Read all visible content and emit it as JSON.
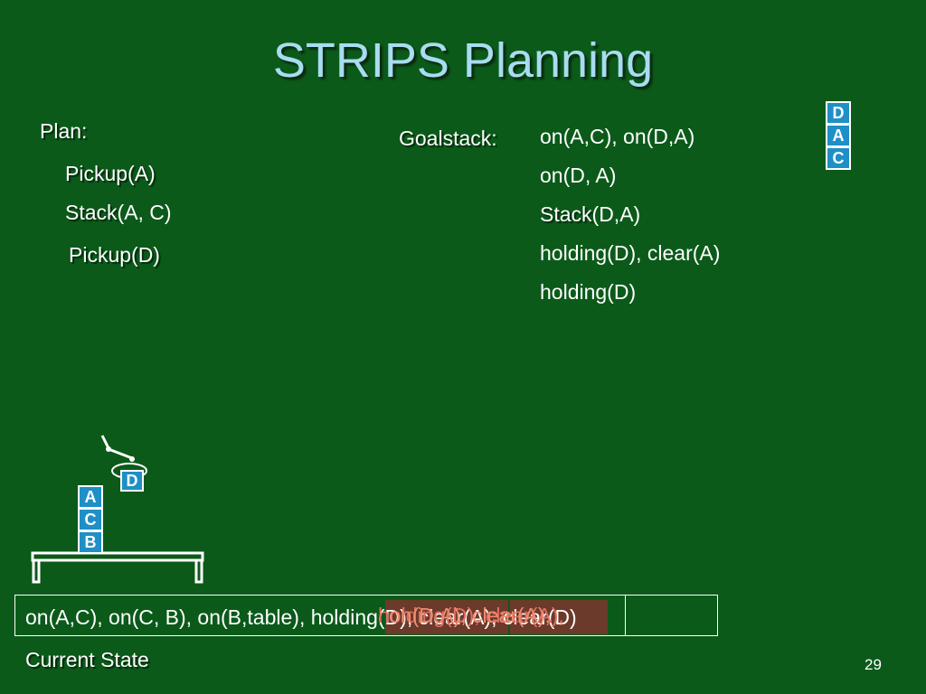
{
  "title": "STRIPS Planning",
  "plan": {
    "label": "Plan:",
    "steps": [
      {
        "op": "Pickup(A)",
        "args": ""
      },
      {
        "op": "Stack",
        "args": "(A, C)"
      },
      {
        "op": "Pickup(D)",
        "args": ""
      }
    ]
  },
  "goalstack": {
    "label": "Goalstack:",
    "items": [
      {
        "op": "",
        "text": "on(A,C), on(D,A)"
      },
      {
        "op": "",
        "text": "on(D, A)"
      },
      {
        "op": "Stack",
        "text": "(D,A)"
      },
      {
        "op": "",
        "text": "holding(D), clear(A)"
      },
      {
        "op": "",
        "text": "holding(D)"
      }
    ]
  },
  "goal_blocks": [
    "D",
    "A",
    "C"
  ],
  "world": {
    "held_block": "D",
    "stack_blocks": [
      "A",
      "C",
      "B"
    ]
  },
  "state": {
    "text": "on(A,C), on(C, B), on(B,table), holding(D), clear(A), clear(D)",
    "overlay_1": "holding(D), clear(A),",
    "overlay_2": "on(D,A), clear(A),",
    "label": "Current State"
  },
  "page_number": "29",
  "colors": {
    "background": "#0b5a1a",
    "title": "#a8dcf0",
    "block": "#1f8fc7",
    "text": "#ffffff"
  }
}
